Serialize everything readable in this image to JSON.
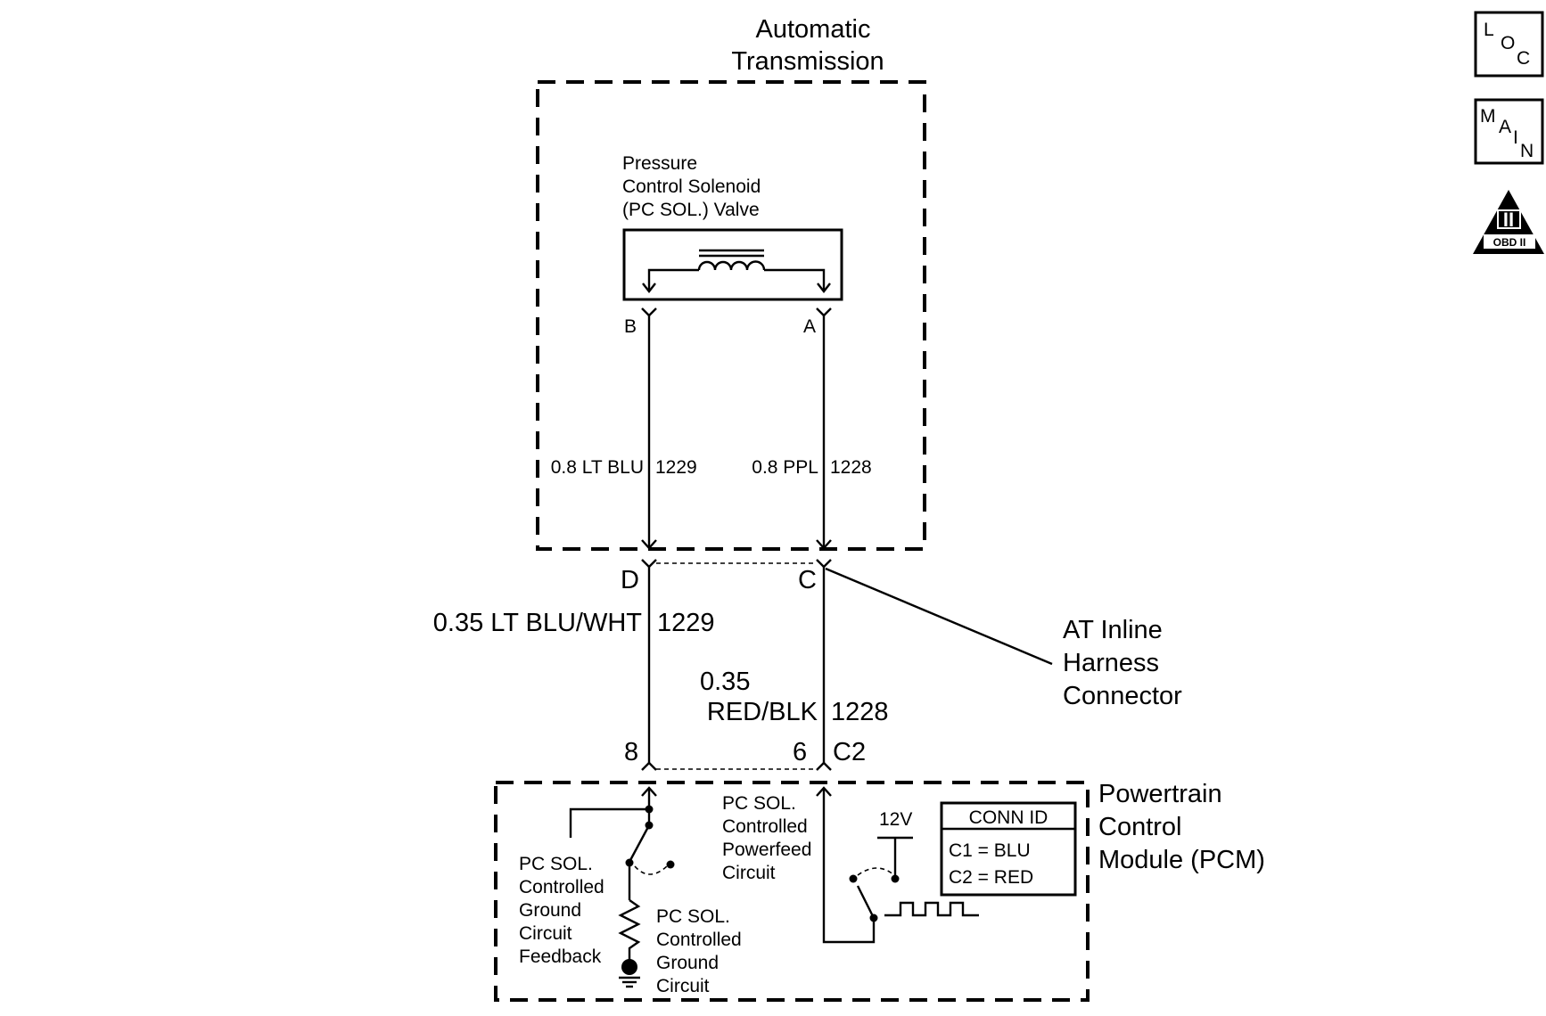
{
  "transmission": {
    "title_line1": "Automatic",
    "title_line2": "Transmission"
  },
  "solenoid": {
    "label_line1": "Pressure",
    "label_line2": "Control Solenoid",
    "label_line3": "(PC SOL.) Valve",
    "terminal_b": "B",
    "terminal_a": "A"
  },
  "wires": {
    "upper_left": {
      "gauge_color": "0.8 LT BLU",
      "circuit": "1229"
    },
    "upper_right": {
      "gauge_color": "0.8 PPL",
      "circuit": "1228"
    },
    "lower_left": {
      "gauge_color": "0.35 LT BLU/WHT",
      "circuit": "1229"
    },
    "lower_right": {
      "gauge_line1": "0.35",
      "gauge_line2": "RED/BLK",
      "circuit": "1228"
    }
  },
  "inline_connector": {
    "pin_d": "D",
    "pin_c": "C",
    "label_line1": "AT Inline",
    "label_line2": "Harness",
    "label_line3": "Connector"
  },
  "pcm": {
    "pin_8": "8",
    "pin_6": "6",
    "connector": "C2",
    "label_line1": "Powertrain",
    "label_line2": "Control",
    "label_line3": "Module (PCM)",
    "feedback_label": [
      "PC SOL.",
      "Controlled",
      "Ground",
      "Circuit",
      "Feedback"
    ],
    "ground_label": [
      "PC SOL.",
      "Controlled",
      "Ground",
      "Circuit"
    ],
    "powerfeed_label": [
      "PC SOL.",
      "Controlled",
      "Powerfeed",
      "Circuit"
    ],
    "voltage": "12V",
    "conn_id": {
      "title": "CONN ID",
      "line1": "C1 = BLU",
      "line2": "C2 = RED"
    }
  },
  "icons": {
    "loc": {
      "l1": "L",
      "l2": "O",
      "l3": "C"
    },
    "main": {
      "l1": "M",
      "l2": "A",
      "l3": "I",
      "l4": "N"
    },
    "obd": {
      "numeral": "II",
      "label": "OBD II"
    }
  }
}
